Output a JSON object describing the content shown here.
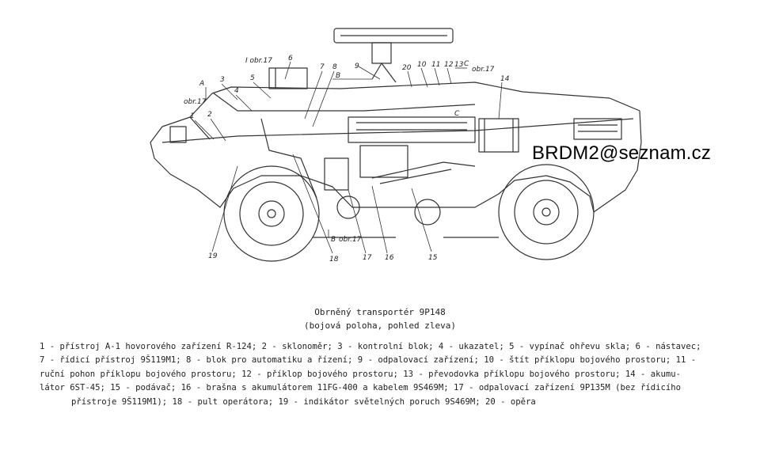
{
  "watermark": "BRDM2@seznam.cz",
  "caption": {
    "title": "Obrněný transportér 9P148",
    "subtitle": "(bojová poloha, pohled zleva)"
  },
  "legend_lines": [
    "1 - přístroj A-1 hovorového zařízení R-124; 2 - sklonoměr; 3 - kontrolní blok; 4 - ukazatel; 5 - vypínač ohřevu skla; 6 - nástavec;",
    "7 - řídicí přístroj 9Š119M1; 8 - blok pro automatiku a řízení; 9 - odpalovací zařízení; 10 - štít příklopu bojového prostoru; 11 -",
    "ruční pohon příklopu bojového prostoru; 12 - příklop bojového prostoru; 13 - převodovka příklopu bojového prostoru; 14 - akumu-",
    "látor 6ST-45; 15 - podávač; 16 - brašna s akumulátorem 11FG-400 a kabelem 9S469M; 17 - odpalovací zařízení 9P135M (bez řídicího",
    "přístroje 9Š119M1); 18 - pult operátora; 19 - indikátor světelných poruch 9S469M; 20 - opěra"
  ],
  "callouts": {
    "n1": "1",
    "n2": "2",
    "n3": "3",
    "n4": "4",
    "n5": "5",
    "n6": "6",
    "n7": "7",
    "n8": "8",
    "n9": "9",
    "n10": "10",
    "n11": "11",
    "n12": "12",
    "n13": "13",
    "n14": "14",
    "n15": "15",
    "n16": "16",
    "n17": "17",
    "n18": "18",
    "n19": "19",
    "n20": "20",
    "sec_A": "A",
    "sec_B": "B",
    "sec_B2": "B",
    "sec_C": "C",
    "sec_C2": "C",
    "ref_I": "I obr.17",
    "ref_A": "obr.17",
    "ref_C": "obr.17",
    "ref_B": "obr.17"
  }
}
